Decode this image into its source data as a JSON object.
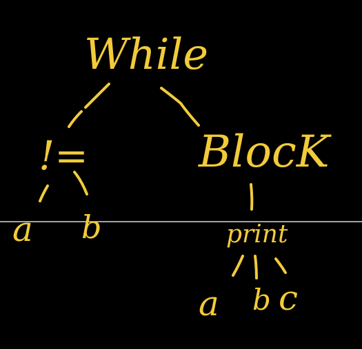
{
  "colors": {
    "background": "#000000",
    "ink": "#f2cb3a",
    "guide_line": "#d9d9d9"
  },
  "tree": {
    "root": "While",
    "condition": {
      "operator": "!=",
      "left": "a",
      "right": "b"
    },
    "body": {
      "label": "BlocK",
      "statement": {
        "label": "print",
        "args": [
          "a",
          "b",
          "c"
        ]
      }
    }
  }
}
